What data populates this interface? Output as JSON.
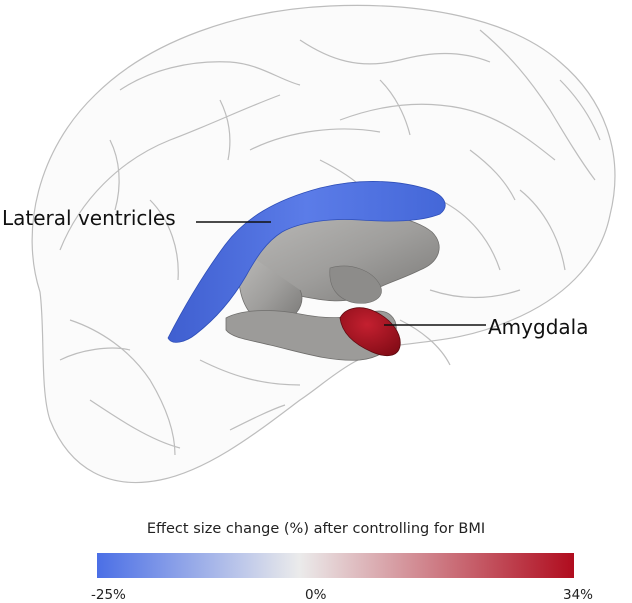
{
  "labels": {
    "lateral_ventricles": "Lateral ventricles",
    "amygdala": "Amygdala"
  },
  "colorbar": {
    "title": "Effect size change (%) after controlling for BMI",
    "min_label": "-25%",
    "mid_label": "0%",
    "max_label": "34%",
    "min_color": "#4b6fe6",
    "mid_color": "#ebebeb",
    "max_color": "#b00c1e"
  },
  "colors": {
    "lateral_ventricles": "#4a6ee0",
    "amygdala": "#a0131e",
    "subcortical_gray": "#a6a5a3",
    "cortex_outline": "#bcbcbc"
  }
}
